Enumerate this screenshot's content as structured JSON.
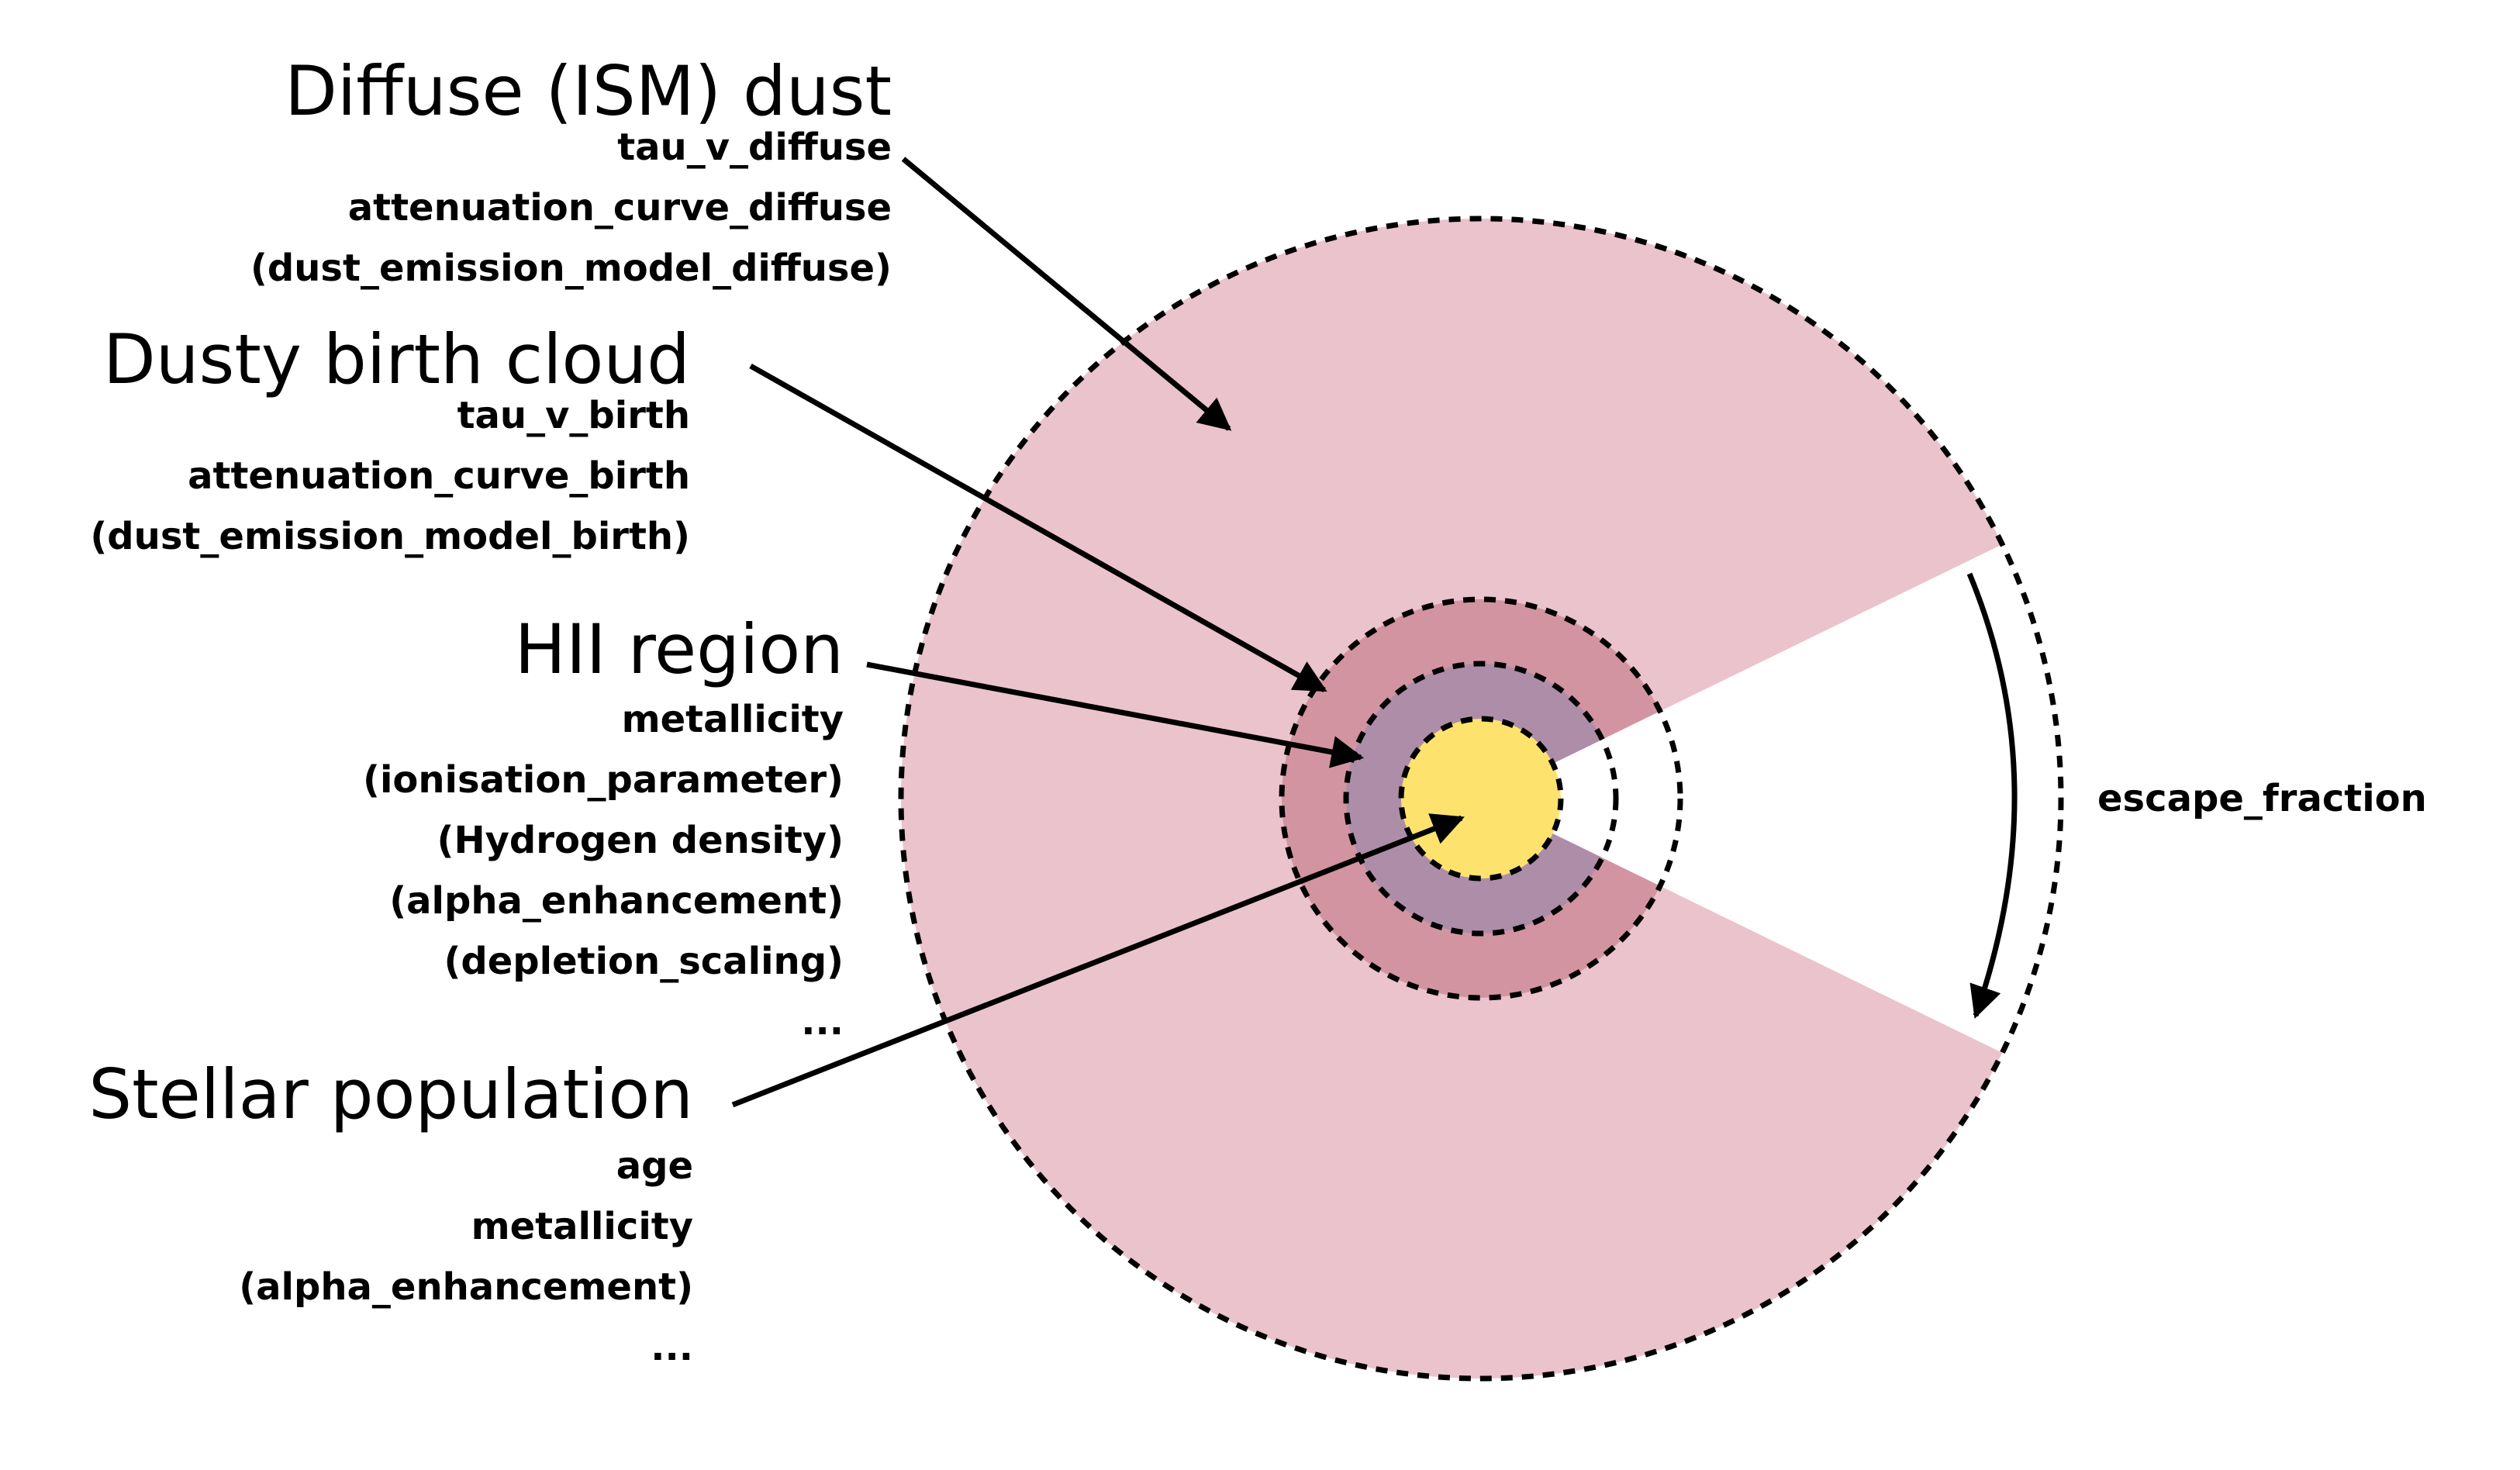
{
  "colors": {
    "diffuse_dust": "#ebc3cc",
    "birth_cloud": "#d394a2",
    "hii_region": "#ad8da8",
    "stellar_population": "#fde36d",
    "outline": "#000000"
  },
  "diffuse_dust": {
    "title": "Diffuse (ISM) dust",
    "params": [
      "tau_v_diffuse",
      "attenuation_curve_diffuse",
      "(dust_emission_model_diffuse)"
    ]
  },
  "birth_cloud": {
    "title": "Dusty birth cloud",
    "params": [
      "tau_v_birth",
      "attenuation_curve_birth",
      "(dust_emission_model_birth)"
    ]
  },
  "hii_region": {
    "title": "HII region",
    "params": [
      "metallicity",
      "(ionisation_parameter)",
      "(Hydrogen density)",
      "(alpha_enhancement)",
      "(depletion_scaling)",
      "..."
    ]
  },
  "stellar_population": {
    "title": "Stellar population",
    "params": [
      "age",
      "metallicity",
      "(alpha_enhancement)",
      "..."
    ]
  },
  "escape_fraction": {
    "label": "escape_fraction"
  }
}
